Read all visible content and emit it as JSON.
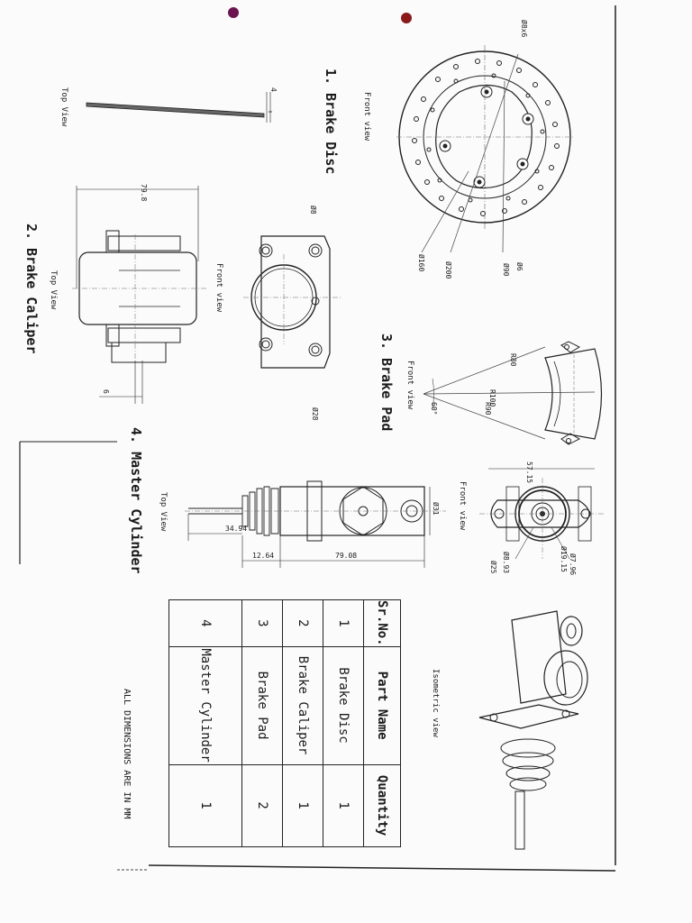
{
  "parts": [
    {
      "title": "1. Brake Disc",
      "front_view": "Front view",
      "top_view": "Top View",
      "dims": {
        "holes": "Ø8x6",
        "d160": "Ø160",
        "d200": "Ø200",
        "d90": "Ø90",
        "d6": "Ø6",
        "thickness": "4"
      }
    },
    {
      "title": "2. Brake Caliper",
      "front_view": "Front view",
      "top_view": "Top View",
      "dims": {
        "width": "79.8",
        "offset": "6",
        "d8": "Ø8",
        "d28": "Ø28"
      }
    },
    {
      "title": "3. Brake Pad",
      "front_view": "Front view",
      "dims": {
        "r80": "R80",
        "r100": "R100",
        "r90": "R90",
        "angle": "60°"
      }
    },
    {
      "title": "4. Master Cylinder",
      "front_view": "Front view",
      "top_view": "Top View",
      "iso_view": "Isometric view",
      "dims": {
        "width": "57.15",
        "d31": "Ø31",
        "d8_93": "Ø8.93",
        "d25": "Ø25",
        "d19_15": "Ø19.15",
        "d7_96": "Ø7.96",
        "len_34_94": "34.94",
        "len_12_64": "12.64",
        "len_79_08": "79.08"
      }
    }
  ],
  "table": {
    "headers": [
      "Sr.No.",
      "Part Name",
      "Quantity"
    ],
    "rows": [
      [
        "1",
        "Brake Disc",
        "1"
      ],
      [
        "2",
        "Brake Caliper",
        "1"
      ],
      [
        "3",
        "Brake Pad",
        "2"
      ],
      [
        "4",
        "Master Cylinder",
        "1"
      ]
    ]
  },
  "note": "ALL DIMENSIONS ARE IN MM"
}
